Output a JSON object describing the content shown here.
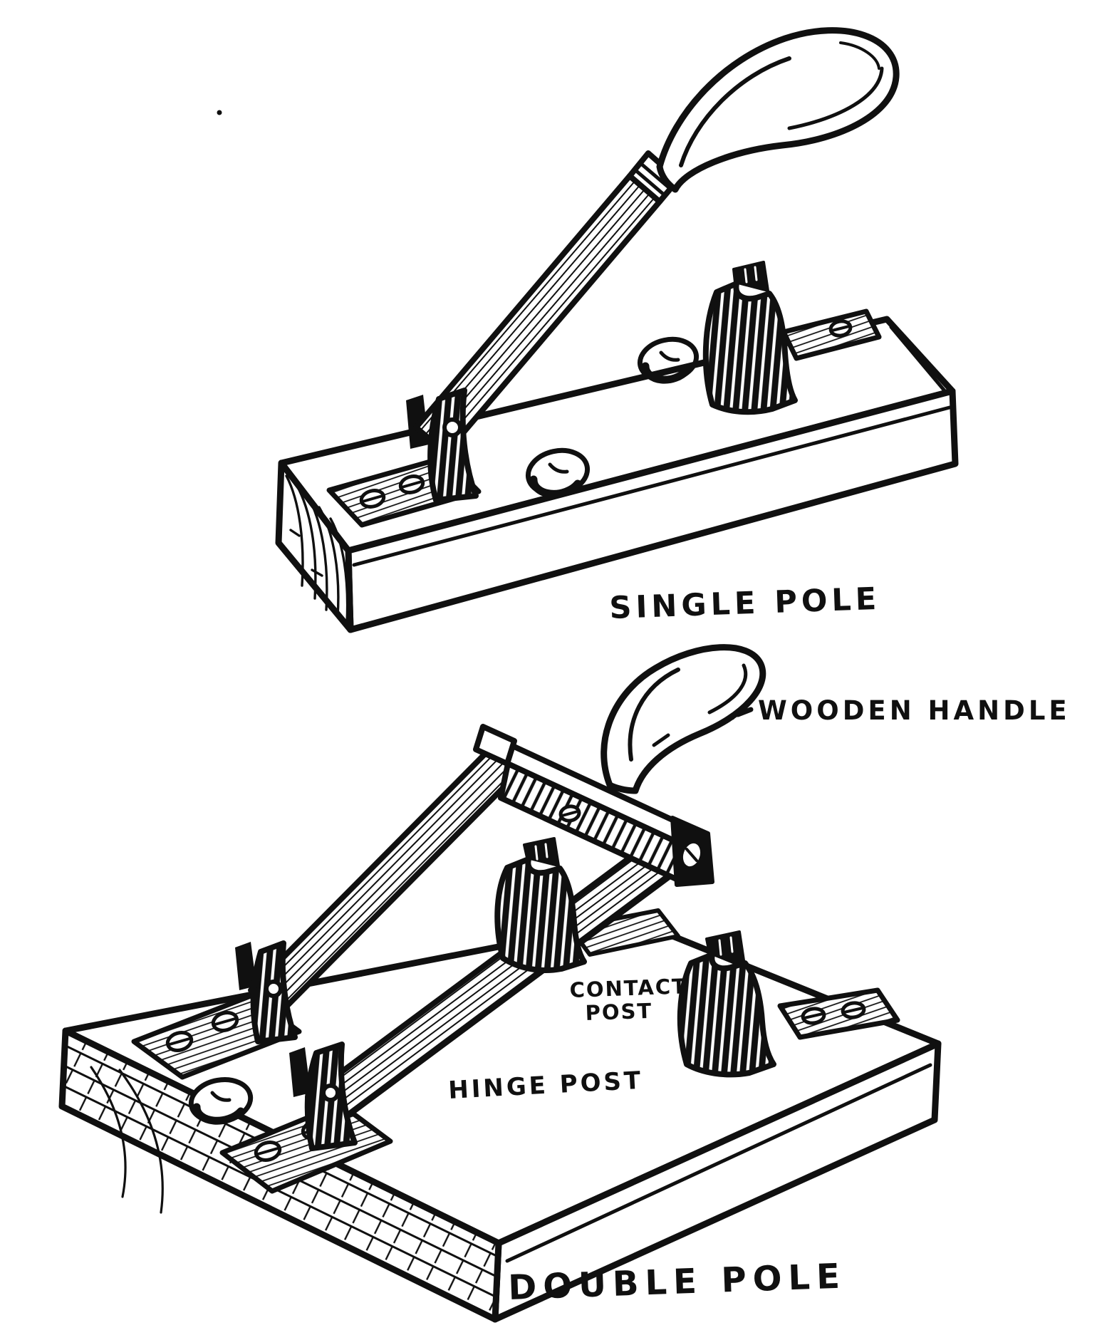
{
  "page": {
    "background": "#ffffff",
    "ink": "#101010",
    "description": "Hand-inked illustration of two open-knife switches on wooden bases"
  },
  "figures": {
    "single_pole": {
      "caption": "SINGLE POLE"
    },
    "double_pole": {
      "caption": "DOUBLE POLE"
    }
  },
  "annotations": {
    "wooden_handle": {
      "label": "WOODEN HANDLE"
    },
    "contact_post": {
      "line1": "CONTACT",
      "line2": "POST"
    },
    "hinge_post": {
      "label": "HINGE POST"
    }
  }
}
